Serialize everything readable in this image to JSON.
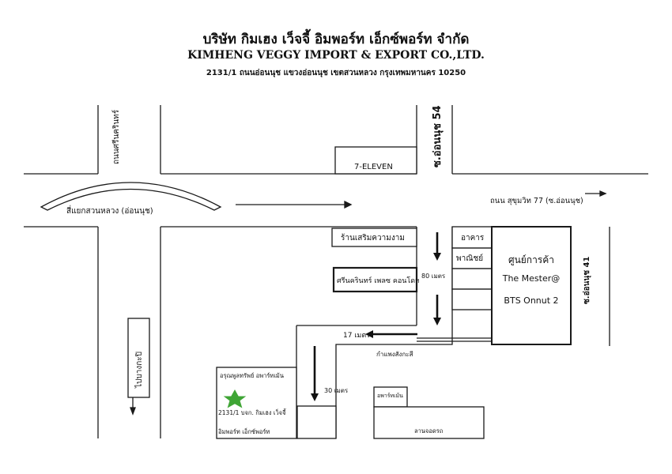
{
  "header": {
    "company_th": "บริษัท กิมเฮง เว็จจี้ อิมพอร์ท เอ็กซ์พอร์ท จำกัด",
    "company_en": "KIMHENG VEGGY IMPORT & EXPORT CO.,LTD.",
    "address": "2131/1 ถนนอ่อนนุช แขวงอ่อนนุช เขตสวนหลวง กรุงเทพมหานคร 10250"
  },
  "roads": {
    "sri_wiwat": "ถนนศรีนครินทร์",
    "onnut54": "ซ.อ่อนนุช 54",
    "sukhumvit": "ถนน สุขุมวิท 77 (ซ.อ่อนนุช)",
    "intersection": "สี่แยกสวนหลวง (อ่อนนุช)",
    "onnut41": "ซ.อ่อนนุช 41",
    "to_bangkapi": "ไปบางกะปิ"
  },
  "places": {
    "seven_eleven": "7-ELEVEN",
    "salon": "ร้านเสริมความงาม",
    "condo": "ศรีนครินทร์ เพลซ คอนโดฯ",
    "commercial_1": "อาคาร",
    "commercial_2": "พาณิชย์",
    "mall_1": "ศูนย์การค้า",
    "mall_2": "The Mester@",
    "mall_3": "BTS Onnut 2",
    "apartment_1": "อรุณพูลทรัพย์ อพาร์ทเม้น",
    "company_1": "2131/1 บจก. กิมเฮง เว็จจี้",
    "company_2": "อิมพอร์ท เอ็กซ์พอร์ท",
    "apartment_2": "อพาร์ทเม้น",
    "parking": "ลานจอดรถ",
    "wall": "กำแพงสังกะสี"
  },
  "distances": {
    "d80": "80 เมตร",
    "d17": "17 เมตร",
    "d30": "30 เมตร"
  },
  "colors": {
    "line": "#1a1a1a",
    "star": "#3fa535"
  },
  "icons": {
    "destination": "star-icon"
  }
}
